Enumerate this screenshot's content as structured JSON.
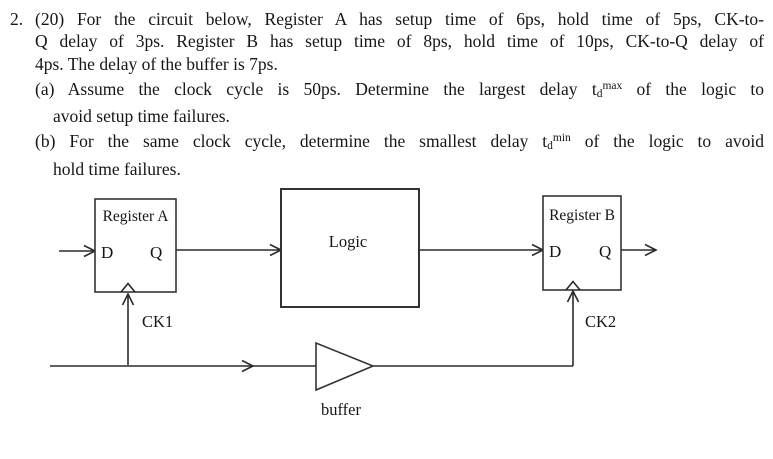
{
  "page": {
    "background": "#ffffff",
    "ink_color": "#16161a",
    "line_color": "#2b2b2b"
  },
  "problem": {
    "number": "2.",
    "lines": {
      "l1": "(20) For the circuit below, Register A has setup time of 6ps, hold time of 5ps, CK-to-",
      "l2": "Q delay of 3ps. Register B has setup time of 8ps, hold time of 10ps, CK-to-Q delay of",
      "l3": "4ps. The delay of the buffer is 7ps.",
      "a_label": "(a)",
      "l4_pre": "Assume the clock cycle is 50ps. Determine the largest delay t",
      "l4_sub": "d",
      "l4_sup": "max",
      "l4_post": " of the logic to",
      "l5": "avoid setup time failures.",
      "b_label": "(b)",
      "l6_pre": "For the same clock cycle, determine the smallest delay t",
      "l6_sub": "d",
      "l6_sup": "min",
      "l6_post": " of the logic to avoid",
      "l7": "hold time failures."
    }
  },
  "diagram": {
    "register_a": {
      "title": "Register A",
      "d_port": "D",
      "q_port": "Q"
    },
    "register_b": {
      "title": "Register B",
      "d_port": "D",
      "q_port": "Q"
    },
    "logic_label": "Logic",
    "ck1_label": "CK1",
    "ck2_label": "CK2",
    "buffer_label": "buffer"
  }
}
